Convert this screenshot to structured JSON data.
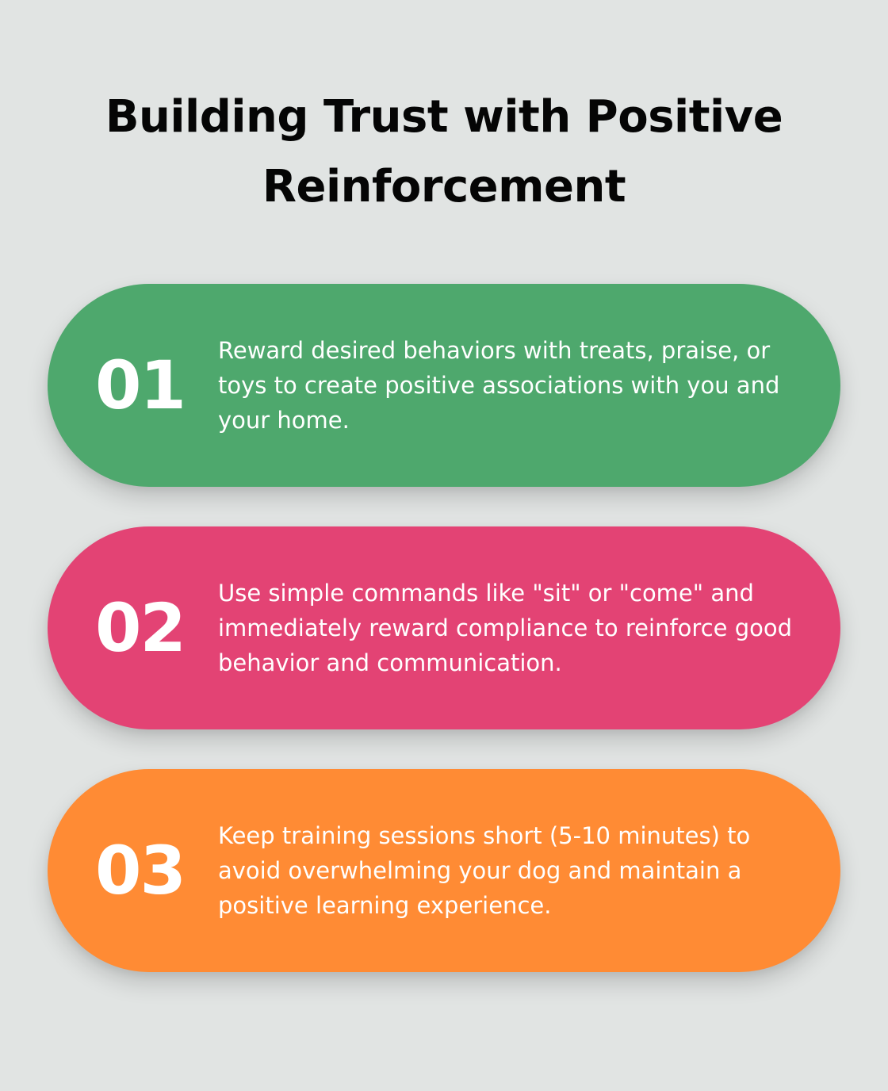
{
  "title": "Building Trust with Positive Reinforcement",
  "steps": [
    {
      "number": "01",
      "text": "Reward desired behaviors with treats, praise, or toys to create positive associations with you and your home.",
      "color": "#4ea86d"
    },
    {
      "number": "02",
      "text": "Use simple commands like \"sit\" or \"come\" and immediately reward compliance to reinforce good behavior and communication.",
      "color": "#e34374"
    },
    {
      "number": "03",
      "text": "Keep training sessions short (5-10 minutes) to avoid overwhelming your dog and maintain a positive learning experience.",
      "color": "#ff8b34"
    }
  ],
  "background": "#e1e4e3"
}
